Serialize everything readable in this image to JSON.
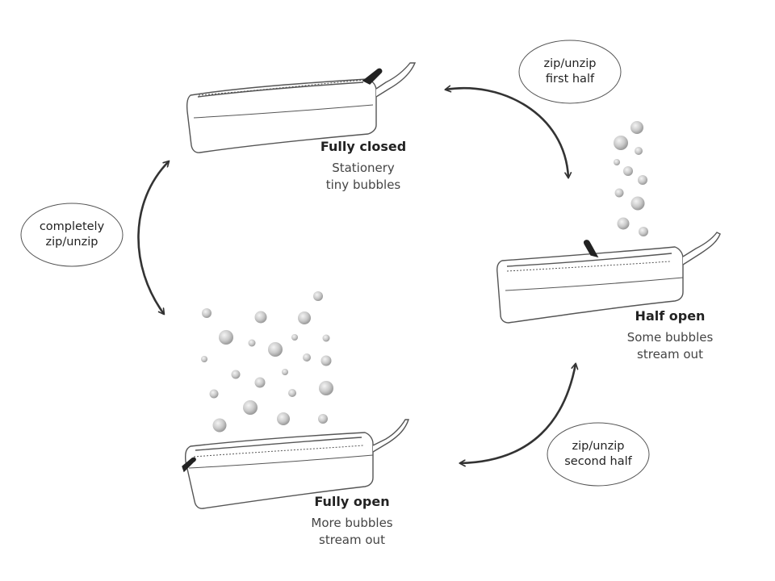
{
  "states": {
    "fully_closed": {
      "title": "Fully closed",
      "desc_line1": "Stationery",
      "desc_line2": "tiny bubbles"
    },
    "half_open": {
      "title": "Half open",
      "desc_line1": "Some bubbles",
      "desc_line2": "stream out"
    },
    "fully_open": {
      "title": "Fully open",
      "desc_line1": "More bubbles",
      "desc_line2": "stream out"
    }
  },
  "transitions": {
    "first_half": {
      "line1": "zip/unzip",
      "line2": "first half"
    },
    "second_half": {
      "line1": "zip/unzip",
      "line2": "second half"
    },
    "complete": {
      "line1": "completely",
      "line2": "zip/unzip"
    }
  },
  "colors": {
    "outline": "#555555",
    "arrow": "#333333",
    "bubble": "#b8b8b8"
  }
}
